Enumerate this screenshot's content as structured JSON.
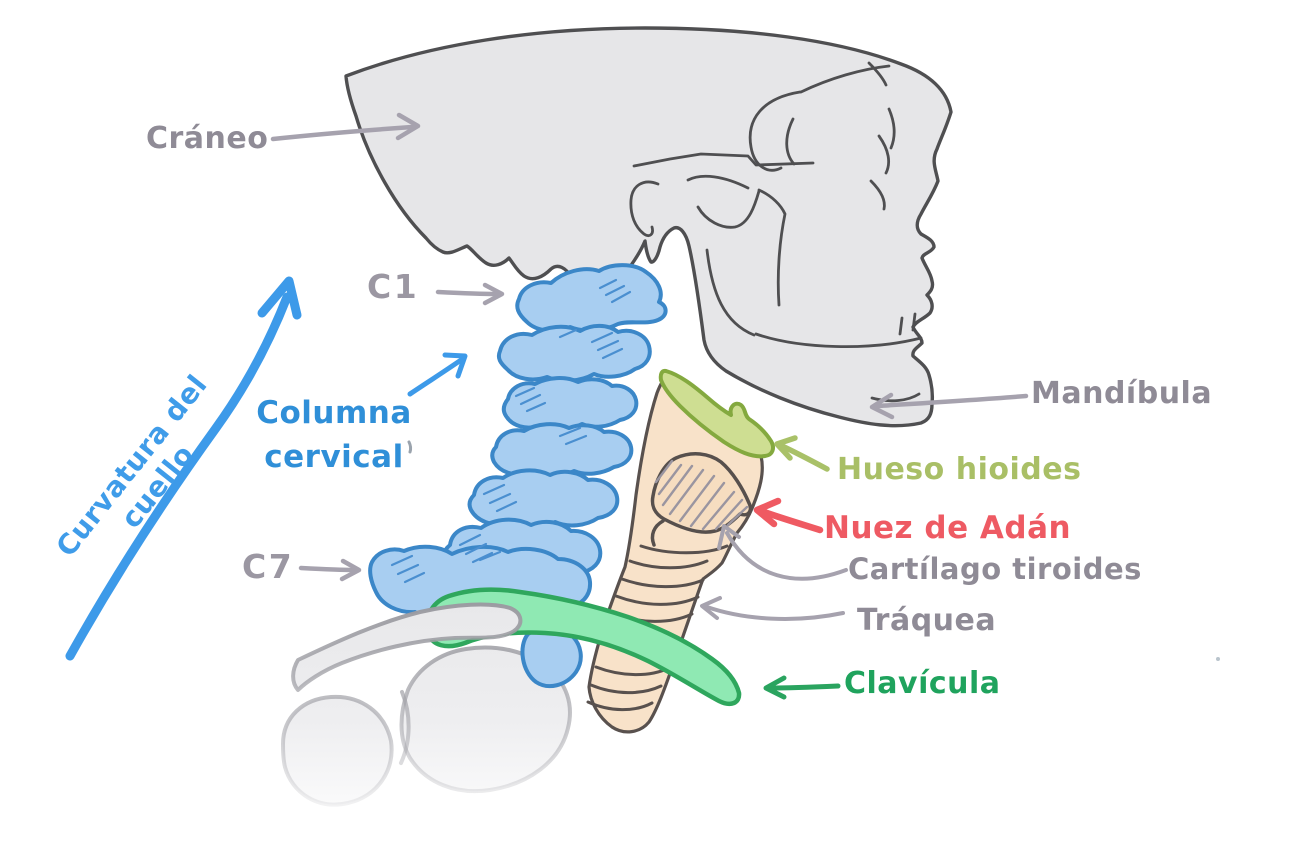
{
  "figure": {
    "background": "#ffffff",
    "labels": {
      "craneo": {
        "text": "Cráneo",
        "color": "#8f8b96"
      },
      "c1": {
        "text": "C1",
        "color": "#9b97a2"
      },
      "columna_cervical": {
        "line1": "Columna",
        "line2": "cervical",
        "color": "#2f8fd8"
      },
      "curvatura": {
        "text": "Curvatura del cuello",
        "color": "#3f9ce9"
      },
      "c7": {
        "text": "C7",
        "color": "#9b97a2"
      },
      "mandibula": {
        "text": "Mandíbula",
        "color": "#8f8b96"
      },
      "hueso_hioides": {
        "text": "Hueso hioides",
        "color": "#a9bf66"
      },
      "nuez_de_adan": {
        "text": "Nuez de Adán",
        "color": "#ee5a63"
      },
      "cartilago_tiroides": {
        "text": "Cartílago tiroides",
        "color": "#8f8b96"
      },
      "traquea": {
        "text": "Tráquea",
        "color": "#8f8b96"
      },
      "clavicula": {
        "text": "Clavícula",
        "color": "#1fa35d"
      }
    },
    "parts": {
      "skull": {
        "fill": "#e6e6e8",
        "outline": "#4f4f51"
      },
      "cervical_spine": {
        "fill": "#a8cef1",
        "outline": "#3b87c8"
      },
      "larynx_trachea": {
        "fill": "#f8e2c9",
        "outline": "#59514e"
      },
      "thyroid_cartilage": {
        "fill": "#f6ddc0",
        "outline": "#57504d"
      },
      "hyoid_bone": {
        "fill": "#cede92",
        "outline": "#84a93f"
      },
      "clavicle": {
        "fill": "#8fe9b3",
        "outline": "#2fa75d"
      },
      "shoulder": {
        "fill": "#e8e8ea",
        "outline": "#9b9ba1"
      }
    },
    "colors": {
      "arrow_gray": "#a6a2ae",
      "arrow_blue": "#3d9ae9",
      "arrow_olive": "#a9c168",
      "arrow_red": "#ef5a62",
      "arrow_green": "#2aa45f",
      "vertebra_hatch": "#4a8fd0",
      "thyroid_hatch": "#9a95a0"
    }
  }
}
